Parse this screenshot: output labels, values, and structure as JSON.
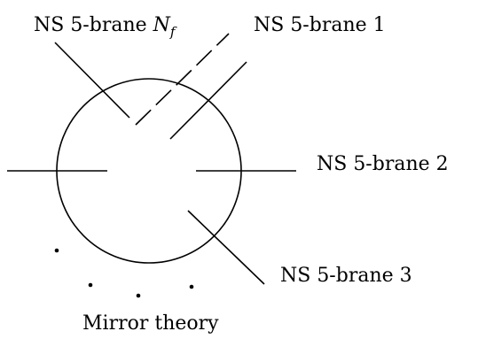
{
  "labels": {
    "brane_nf_prefix": "NS 5-brane ",
    "brane_nf_var": "N",
    "brane_nf_sub": "f",
    "brane_1": "NS 5-brane 1",
    "brane_2": "NS 5-brane 2",
    "brane_3": "NS 5-brane 3",
    "mirror": "Mirror theory"
  },
  "colors": {
    "ink": "#000000",
    "background": "#ffffff"
  }
}
